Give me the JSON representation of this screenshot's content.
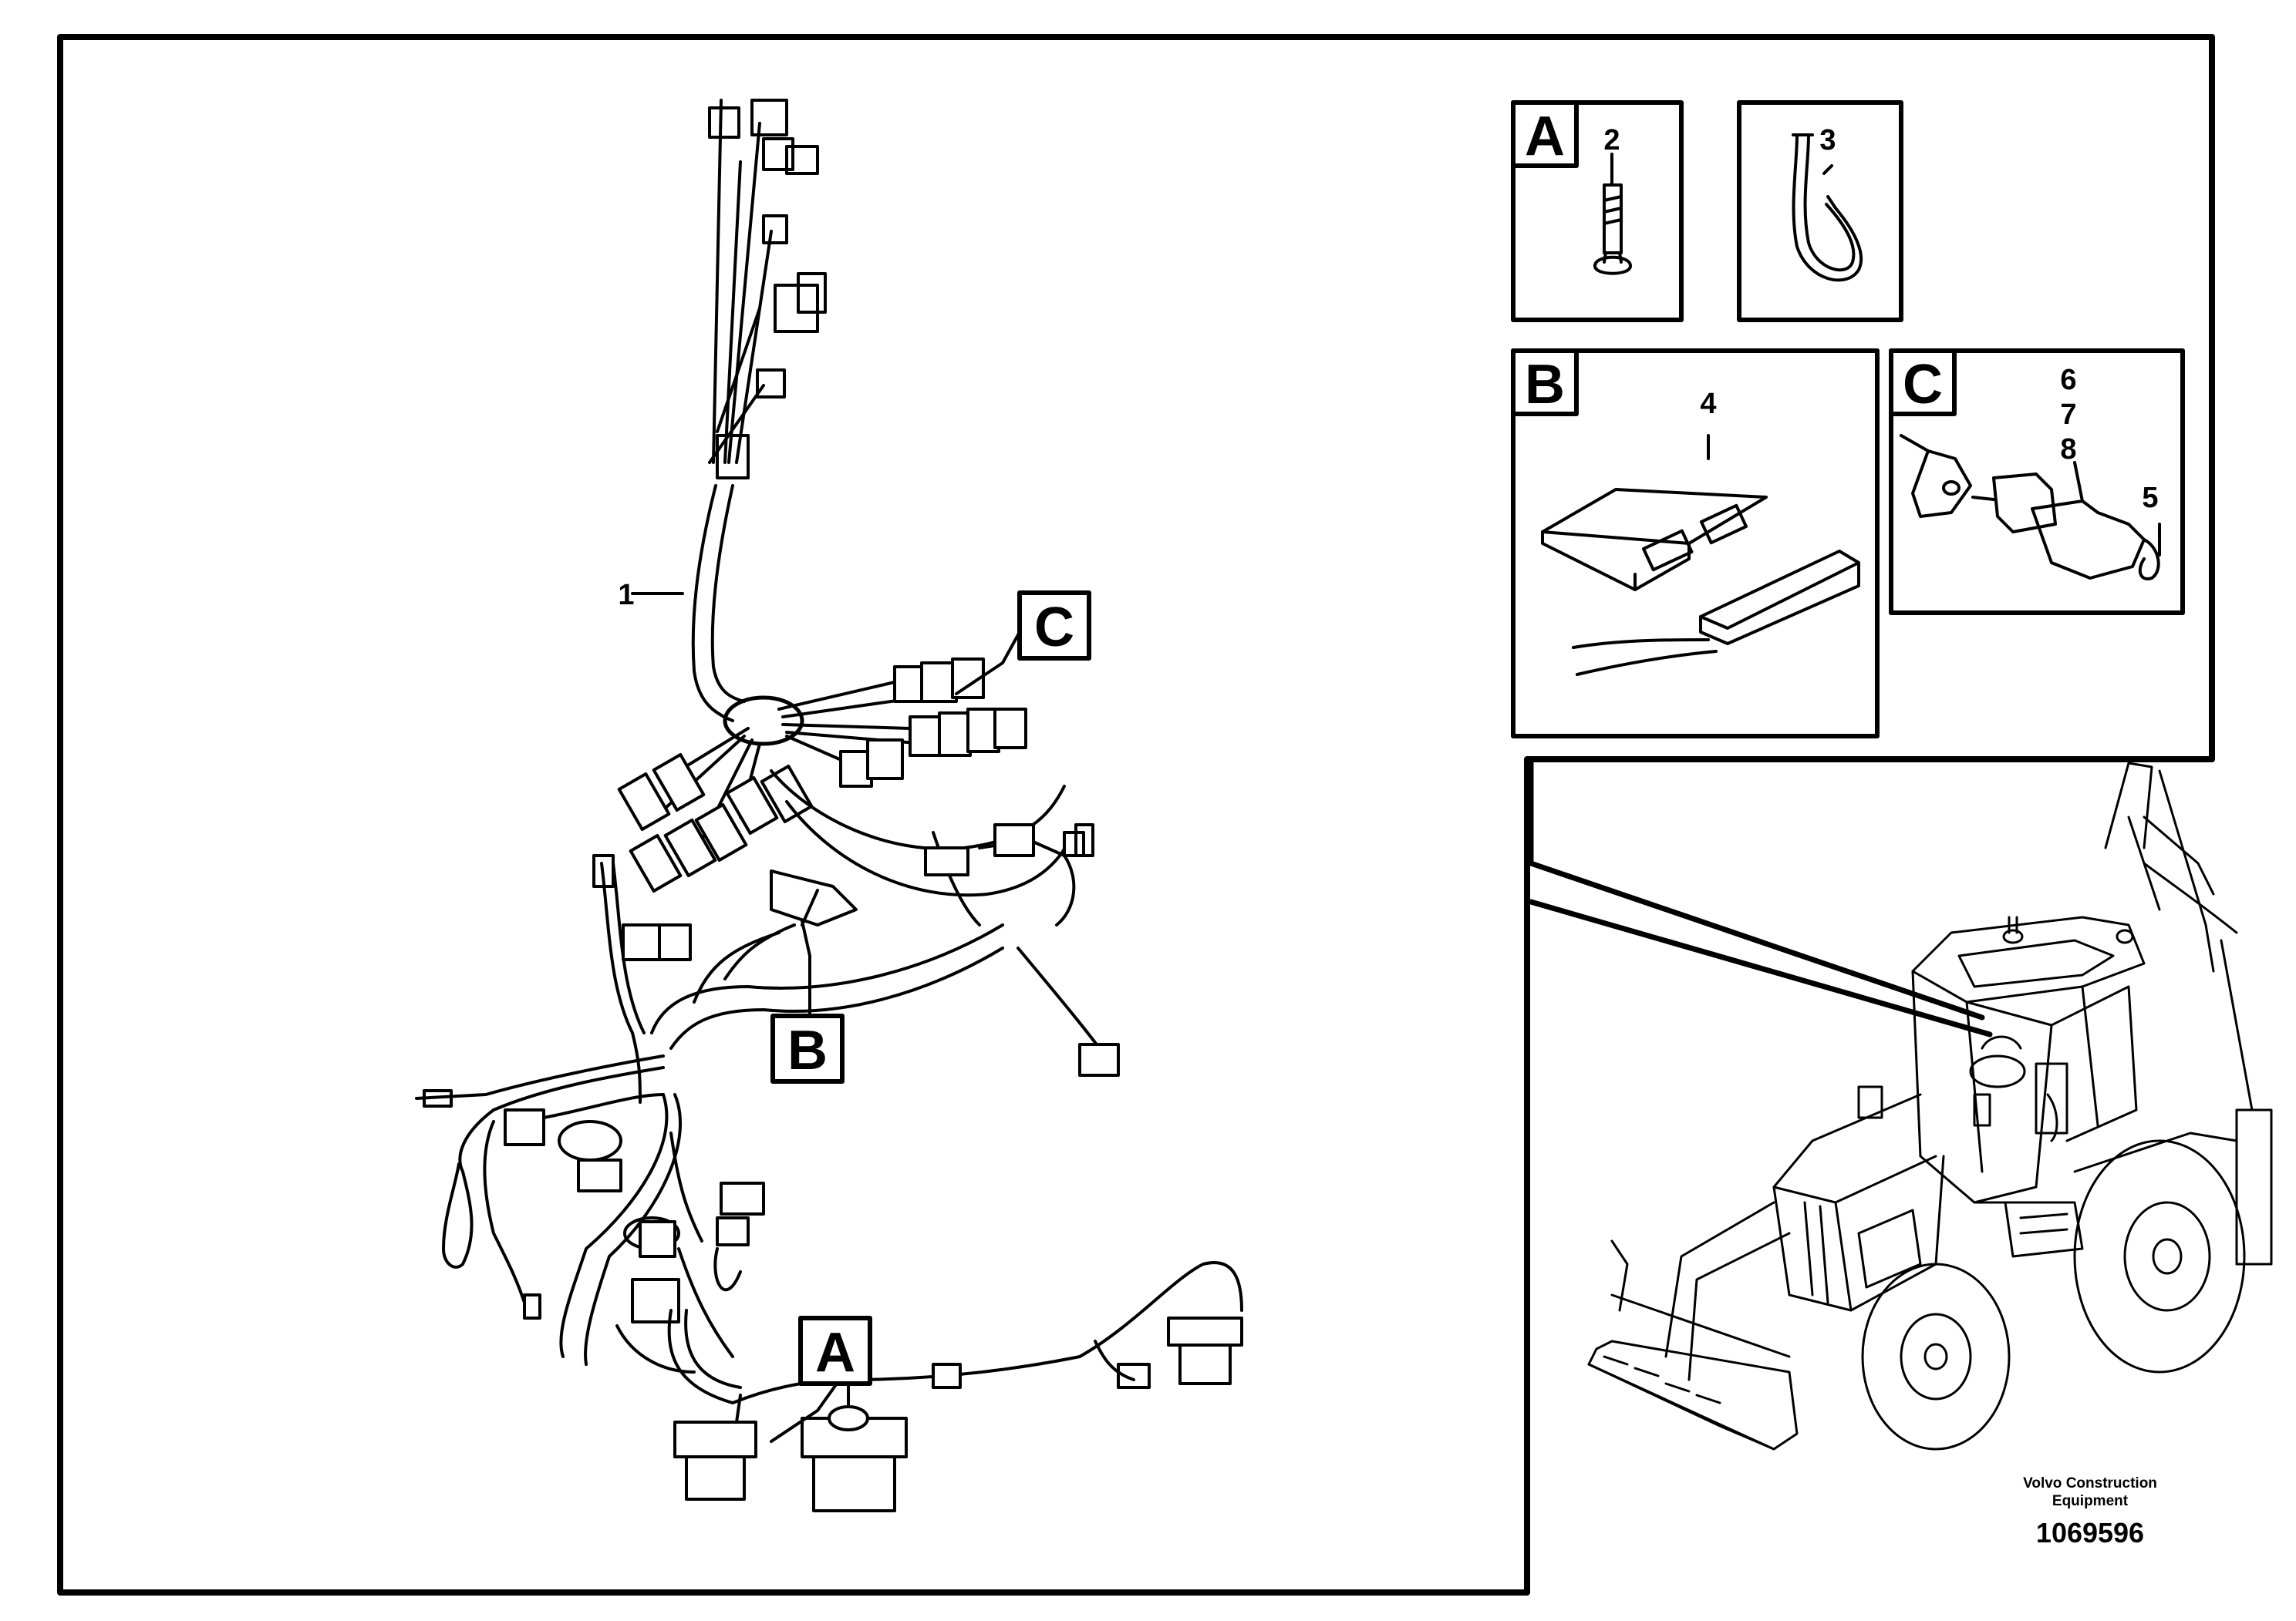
{
  "callouts": {
    "A": "A",
    "B": "B",
    "C": "C"
  },
  "part_numbers": {
    "p1": "1",
    "p2": "2",
    "p3": "3",
    "p4": "4",
    "p5": "5",
    "p6": "6",
    "p7": "7",
    "p8": "8"
  },
  "footer": {
    "company_line1": "Volvo Construction",
    "company_line2": "Equipment",
    "drawing_id": "1069596"
  }
}
